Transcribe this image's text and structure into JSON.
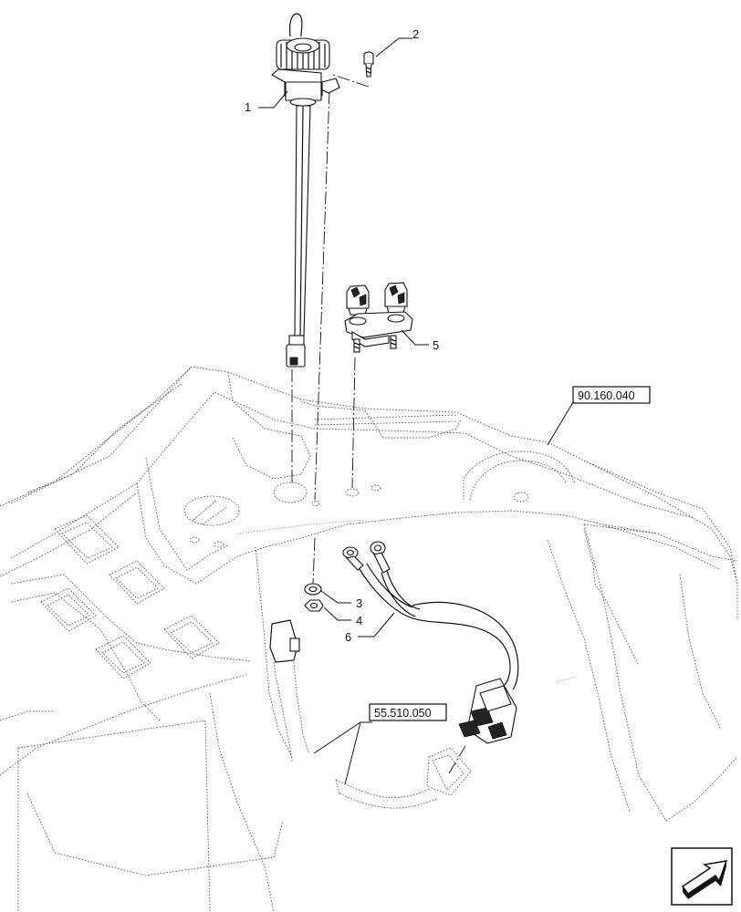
{
  "callouts": {
    "c1": "1",
    "c2": "2",
    "c3": "3",
    "c4": "4",
    "c5": "5",
    "c6": "6"
  },
  "references": {
    "ref_top": "90.160.040",
    "ref_bottom": "55.510.050"
  },
  "nav_icon": "next-page-arrow-icon"
}
